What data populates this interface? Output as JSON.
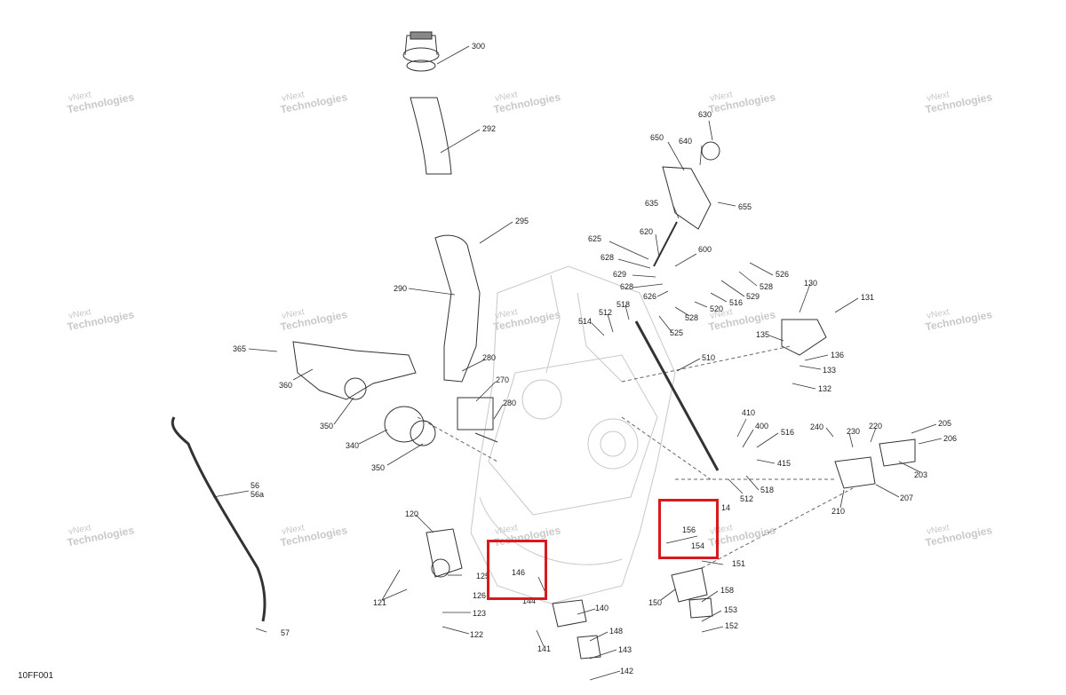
{
  "diagram": {
    "figure_code": "10FF001",
    "watermark_line1": "vNext",
    "watermark_line2": "Technologies",
    "highlight_color": "#d9191d",
    "part_labels": [
      {
        "id": "l300",
        "text": "300"
      },
      {
        "id": "l292",
        "text": "292"
      },
      {
        "id": "l295",
        "text": "295"
      },
      {
        "id": "l290",
        "text": "290"
      },
      {
        "id": "l280a",
        "text": "280"
      },
      {
        "id": "l270",
        "text": "270"
      },
      {
        "id": "l280b",
        "text": "280"
      },
      {
        "id": "l365",
        "text": "365"
      },
      {
        "id": "l360",
        "text": "360"
      },
      {
        "id": "l350a",
        "text": "350"
      },
      {
        "id": "l340",
        "text": "340"
      },
      {
        "id": "l350b",
        "text": "350"
      },
      {
        "id": "l56",
        "text": "56"
      },
      {
        "id": "l56a",
        "text": "56a"
      },
      {
        "id": "l57",
        "text": "57"
      },
      {
        "id": "l120",
        "text": "120"
      },
      {
        "id": "l125",
        "text": "125"
      },
      {
        "id": "l126",
        "text": "126"
      },
      {
        "id": "l121",
        "text": "121"
      },
      {
        "id": "l123",
        "text": "123"
      },
      {
        "id": "l122",
        "text": "122"
      },
      {
        "id": "l146",
        "text": "146"
      },
      {
        "id": "l144",
        "text": "144"
      },
      {
        "id": "l140",
        "text": "140"
      },
      {
        "id": "l148",
        "text": "148"
      },
      {
        "id": "l141",
        "text": "141"
      },
      {
        "id": "l143",
        "text": "143"
      },
      {
        "id": "l142",
        "text": "142"
      },
      {
        "id": "l156",
        "text": "156"
      },
      {
        "id": "l154",
        "text": "154"
      },
      {
        "id": "l151",
        "text": "151"
      },
      {
        "id": "l150",
        "text": "150"
      },
      {
        "id": "l158",
        "text": "158"
      },
      {
        "id": "l153",
        "text": "153"
      },
      {
        "id": "l152",
        "text": "152"
      },
      {
        "id": "l630",
        "text": "630"
      },
      {
        "id": "l650",
        "text": "650"
      },
      {
        "id": "l640",
        "text": "640"
      },
      {
        "id": "l635",
        "text": "635"
      },
      {
        "id": "l655",
        "text": "655"
      },
      {
        "id": "l625",
        "text": "625"
      },
      {
        "id": "l620",
        "text": "620"
      },
      {
        "id": "l600",
        "text": "600"
      },
      {
        "id": "l628a",
        "text": "628"
      },
      {
        "id": "l629",
        "text": "629"
      },
      {
        "id": "l628b",
        "text": "628"
      },
      {
        "id": "l626",
        "text": "626"
      },
      {
        "id": "l528a",
        "text": "528"
      },
      {
        "id": "l526",
        "text": "526"
      },
      {
        "id": "l529",
        "text": "529"
      },
      {
        "id": "l516a",
        "text": "516"
      },
      {
        "id": "l520",
        "text": "520"
      },
      {
        "id": "l528b",
        "text": "528"
      },
      {
        "id": "l525",
        "text": "525"
      },
      {
        "id": "l514",
        "text": "514"
      },
      {
        "id": "l512a",
        "text": "512"
      },
      {
        "id": "l518a",
        "text": "518"
      },
      {
        "id": "l510",
        "text": "510"
      },
      {
        "id": "l410",
        "text": "410"
      },
      {
        "id": "l400",
        "text": "400"
      },
      {
        "id": "l516b",
        "text": "516"
      },
      {
        "id": "l415",
        "text": "415"
      },
      {
        "id": "l518b",
        "text": "518"
      },
      {
        "id": "l512b",
        "text": "512"
      },
      {
        "id": "l14",
        "text": "14"
      },
      {
        "id": "l130",
        "text": "130"
      },
      {
        "id": "l131",
        "text": "131"
      },
      {
        "id": "l135",
        "text": "135"
      },
      {
        "id": "l136",
        "text": "136"
      },
      {
        "id": "l133",
        "text": "133"
      },
      {
        "id": "l132",
        "text": "132"
      },
      {
        "id": "l240",
        "text": "240"
      },
      {
        "id": "l230",
        "text": "230"
      },
      {
        "id": "l220",
        "text": "220"
      },
      {
        "id": "l205",
        "text": "205"
      },
      {
        "id": "l206",
        "text": "206"
      },
      {
        "id": "l203",
        "text": "203"
      },
      {
        "id": "l207",
        "text": "207"
      },
      {
        "id": "l210",
        "text": "210"
      }
    ]
  }
}
